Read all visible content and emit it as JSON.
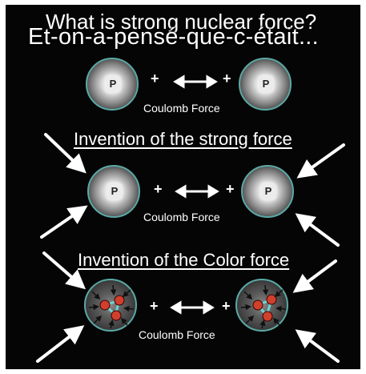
{
  "title_behind": "What is strong nuclear force?",
  "title_front": "Et-on-a-pensé-que-c-était...",
  "sections": [
    {
      "heading": "",
      "proton_label_left": "P",
      "proton_label_right": "P",
      "plus": "+",
      "coulomb": "Coulomb Force"
    },
    {
      "heading": "Invention of the strong force",
      "proton_label_left": "P",
      "proton_label_right": "P",
      "plus": "+",
      "coulomb": "Coulomb Force"
    },
    {
      "heading": "Invention of the Color force",
      "plus": "+",
      "coulomb": "Coulomb Force"
    }
  ],
  "colors": {
    "background": "#050505",
    "ring": "#5aa9a6",
    "quark": "#d0402c",
    "gluon_link": "#6fd3d0"
  }
}
